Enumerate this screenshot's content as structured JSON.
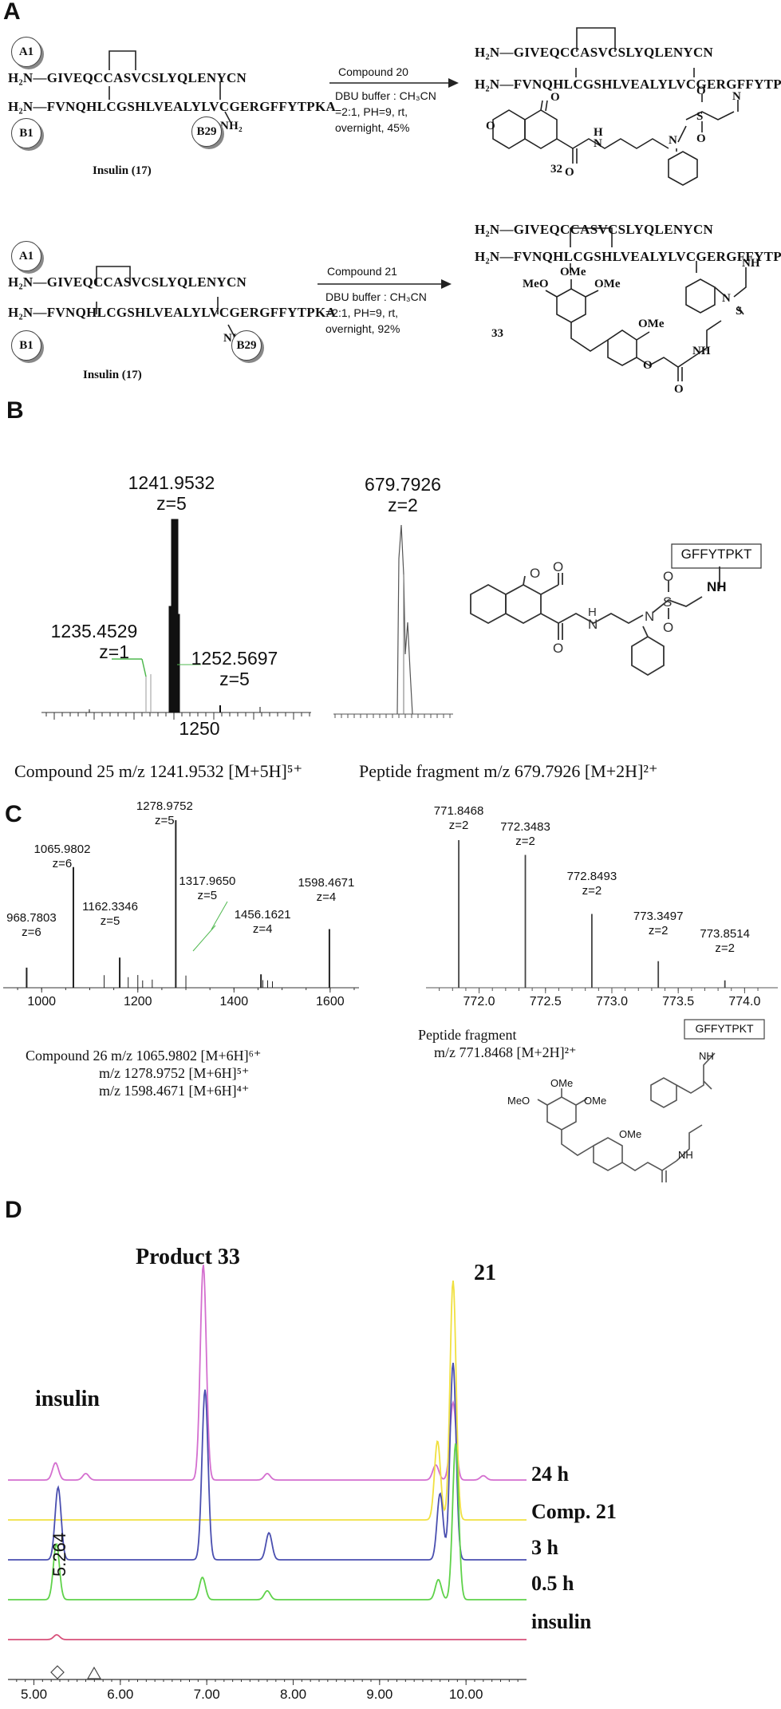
{
  "panels": {
    "a": "A",
    "b": "B",
    "c": "C",
    "d": "D"
  },
  "panel_a": {
    "chain_a_label": "A1",
    "chain_b_label": "B1",
    "b29_label": "B29",
    "h2n": "H₂N",
    "chain_a_seq": "—GIVEQCCASVCSLYQLENYCN",
    "chain_b_seq": "—FVNQHLCGSHLVEALYLVCGERGFFYTPKA",
    "nh2": "NH₂",
    "insulin_label": "Insulin (17)",
    "reaction1": {
      "reagent": "Compound 20",
      "conditions": [
        "DBU buffer : CH₃CN",
        "=2:1,  PH=9, rt,",
        "overnight, 45%"
      ],
      "product": "32"
    },
    "reaction2": {
      "reagent": "Compound  21",
      "conditions": [
        "DBU buffer : CH₃CN",
        "=2:1,  PH=9, rt,",
        "overnight, 92%"
      ],
      "product": "33"
    },
    "nh": "NH",
    "ome": "OMe",
    "meo": "MeO"
  },
  "panel_b": {
    "peak_main": "1241.9532",
    "peak_main_z": "z=5",
    "peak_left": "1235.4529",
    "peak_left_z": "z=1",
    "peak_right": "1252.5697",
    "peak_right_z": "z=5",
    "axis_tick": "1250",
    "frag_peak": "679.7926",
    "frag_peak_z": "z=2",
    "box_label": "GFFYTPKT",
    "nh": "NH",
    "caption_left": "Compound 25 m/z 1241.9532 [M+5H]⁵⁺",
    "caption_right": "Peptide fragment m/z 679.7926 [M+2H]²⁺"
  },
  "panel_c": {
    "left_peaks": [
      {
        "mz": "968.7803",
        "z": "z=6"
      },
      {
        "mz": "1065.9802",
        "z": "z=6"
      },
      {
        "mz": "1162.3346",
        "z": "z=5"
      },
      {
        "mz": "1278.9752",
        "z": "z=5"
      },
      {
        "mz": "1317.9650",
        "z": "z=5"
      },
      {
        "mz": "1456.1621",
        "z": "z=4"
      },
      {
        "mz": "1598.4671",
        "z": "z=4"
      }
    ],
    "left_ticks": [
      "1000",
      "1200",
      "1400",
      "1600"
    ],
    "right_peaks": [
      {
        "mz": "771.8468",
        "z": "z=2"
      },
      {
        "mz": "772.3483",
        "z": "z=2"
      },
      {
        "mz": "772.8493",
        "z": "z=2"
      },
      {
        "mz": "773.3497",
        "z": "z=2"
      },
      {
        "mz": "773.8514",
        "z": "z=2"
      }
    ],
    "right_ticks": [
      "772.0",
      "772.5",
      "773.0",
      "773.5",
      "774.0"
    ],
    "caption_lines": [
      "Compound 26 m/z 1065.9802 [M+6H]⁶⁺",
      "m/z 1278.9752 [M+6H]⁵⁺",
      "m/z 1598.4671 [M+6H]⁴⁺"
    ],
    "frag_caption": [
      "Peptide fragment",
      "m/z 771.8468 [M+2H]²⁺"
    ],
    "box_label": "GFFYTPKT"
  },
  "panel_d": {
    "product_label": "Product 33",
    "reagent_label": "21",
    "insulin_label": "insulin",
    "trace_labels": [
      "24 h",
      "Comp. 21",
      "3 h",
      "0.5 h",
      "insulin"
    ],
    "peak_rt_label": "5.264",
    "colors": {
      "24h": "#d46fcf",
      "comp21": "#f0e040",
      "3h": "#4a4fb0",
      "0.5h": "#5fd24a",
      "insulin": "#d8507a"
    }
  },
  "chart_data": [
    {
      "type": "line",
      "title": "",
      "xlabel": "",
      "ylabel": "",
      "x_ticks": [
        "5.00",
        "6.00",
        "7.00",
        "8.00",
        "9.00",
        "10.00"
      ],
      "xlim": [
        4.7,
        10.7
      ],
      "series": [
        {
          "name": "24 h",
          "peaks": [
            {
              "x": 5.25,
              "y": 0.08
            },
            {
              "x": 5.6,
              "y": 0.03
            },
            {
              "x": 6.96,
              "y": 1.0
            },
            {
              "x": 7.7,
              "y": 0.03
            },
            {
              "x": 9.65,
              "y": 0.07
            },
            {
              "x": 9.85,
              "y": 0.36
            },
            {
              "x": 10.2,
              "y": 0.02
            }
          ]
        },
        {
          "name": "Comp. 21",
          "peaks": [
            {
              "x": 9.67,
              "y": 0.33
            },
            {
              "x": 9.85,
              "y": 1.0
            }
          ]
        },
        {
          "name": "3 h",
          "peaks": [
            {
              "x": 5.28,
              "y": 0.35
            },
            {
              "x": 6.98,
              "y": 0.82
            },
            {
              "x": 7.72,
              "y": 0.13
            },
            {
              "x": 9.7,
              "y": 0.32
            },
            {
              "x": 9.85,
              "y": 0.95
            }
          ]
        },
        {
          "name": "0.5 h",
          "peaks": [
            {
              "x": 5.26,
              "y": 0.25
            },
            {
              "x": 6.95,
              "y": 0.1
            },
            {
              "x": 7.7,
              "y": 0.04
            },
            {
              "x": 9.68,
              "y": 0.09
            },
            {
              "x": 9.88,
              "y": 0.7
            }
          ]
        },
        {
          "name": "insulin",
          "peaks": [
            {
              "x": 5.264,
              "y": 0.15
            }
          ]
        }
      ]
    }
  ]
}
